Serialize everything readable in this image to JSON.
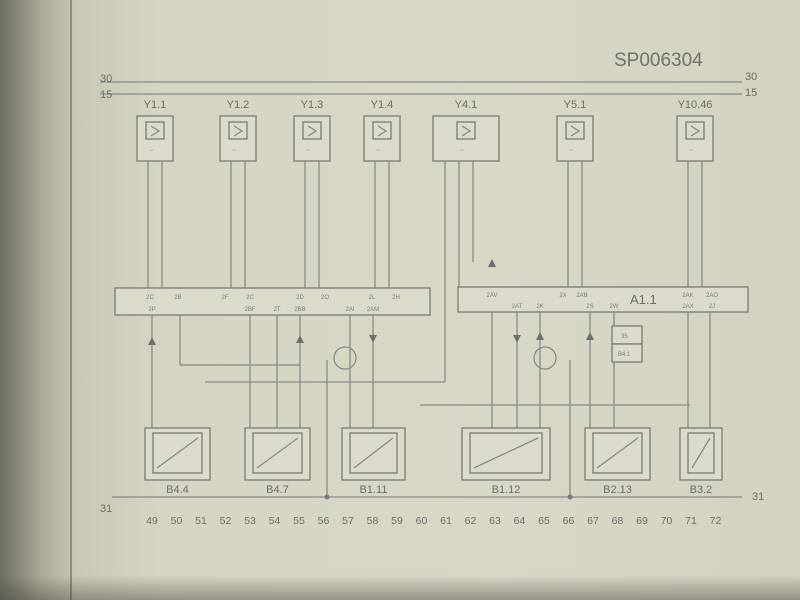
{
  "diagram_id": "SP006304",
  "bus": {
    "top_left": "30",
    "bottom_left": "15",
    "top_right": "30",
    "bottom_right": "15",
    "ground_left": "31",
    "ground_right": "31"
  },
  "actuators": [
    {
      "label": "Y1.1"
    },
    {
      "label": "Y1.2"
    },
    {
      "label": "Y1.3"
    },
    {
      "label": "Y1.4"
    },
    {
      "label": "Y4.1"
    },
    {
      "label": "Y5.1"
    },
    {
      "label": "Y10.46"
    }
  ],
  "control_unit": {
    "label": "A1.1",
    "left_top_pins": [
      "2C",
      "2B",
      "2F",
      "2C",
      "2D",
      "2O",
      "2L",
      "2H"
    ],
    "left_bottom_pins": [
      "2P",
      "2BF",
      "2T",
      "2BB",
      "2AI",
      "2AM"
    ],
    "right_top_pins": [
      "2AV",
      "2X",
      "2AB",
      "2AK",
      "2AO"
    ],
    "right_bottom_pins": [
      "2AT",
      "2K",
      "2S",
      "2W",
      "2AX",
      "2J"
    ]
  },
  "relay_box": {
    "top": "35",
    "bottom": "B4.1"
  },
  "sensors": [
    {
      "label": "B4.4"
    },
    {
      "label": "B4.7"
    },
    {
      "label": "B1.11"
    },
    {
      "label": "B1.12"
    },
    {
      "label": "B2.13"
    },
    {
      "label": "B3.2"
    }
  ],
  "column_numbers": [
    "49",
    "50",
    "51",
    "52",
    "53",
    "54",
    "55",
    "56",
    "57",
    "58",
    "59",
    "60",
    "61",
    "62",
    "63",
    "64",
    "65",
    "66",
    "67",
    "68",
    "69",
    "70",
    "71",
    "72"
  ]
}
